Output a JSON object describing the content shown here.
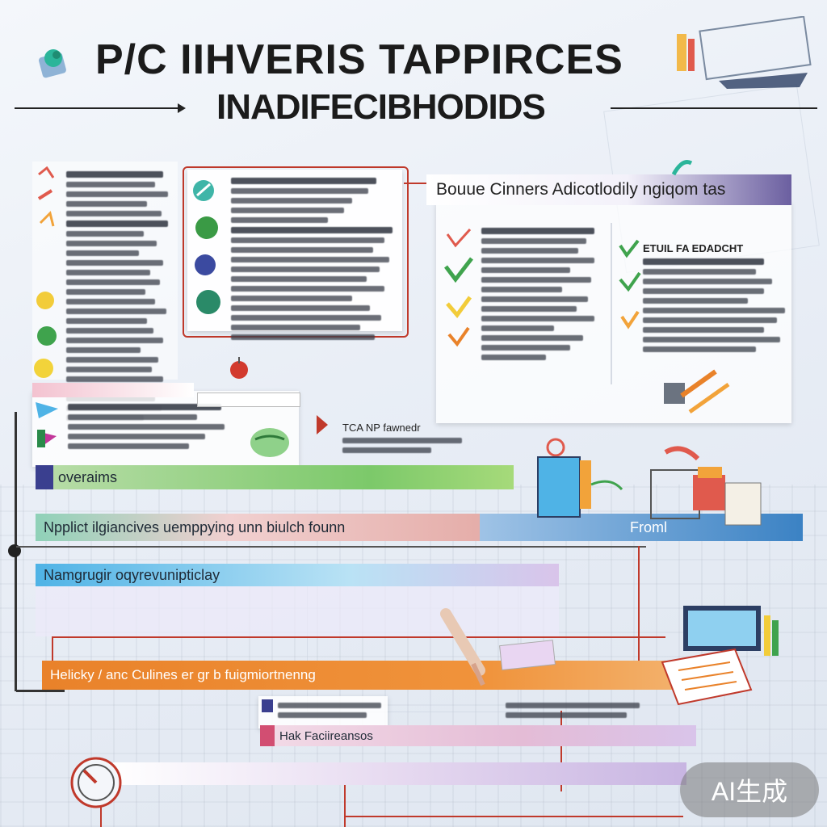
{
  "title": {
    "line1": "P/C  IIHVERIS  TAPPIRCES",
    "line2": "INADIFECIBHODIDS"
  },
  "panels": {
    "top_right_header": "Bouue Cinners Adicotlodily ngiqom tas",
    "mid_small_title": "TCA NP fawnedr",
    "right_sub_title": "ETUIL FA EDADCHT"
  },
  "bands": [
    {
      "label": "overaims",
      "color": "#7cc96a"
    },
    {
      "label": "Npplict ilgiancives uemppying unn biulch founn",
      "color": "#e3a8a3"
    },
    {
      "label": "Froml",
      "color": "#3b82c4"
    },
    {
      "label": "Namgrugir oqyrevunipticlay",
      "color": "#4fb3e6"
    },
    {
      "label": "Helicky / anc Culines er gr b fuigmiortnenng",
      "color": "#e9822a"
    },
    {
      "label": "Hak  Faciireansos",
      "color": "#d96a9a"
    }
  ],
  "colors": {
    "accent_red": "#c0392b",
    "header_purple": "#5a4f8c",
    "band_green": "#7cc96a",
    "band_blue": "#4fb3e6",
    "band_orange": "#e9822a"
  },
  "watermark": "AI生成"
}
